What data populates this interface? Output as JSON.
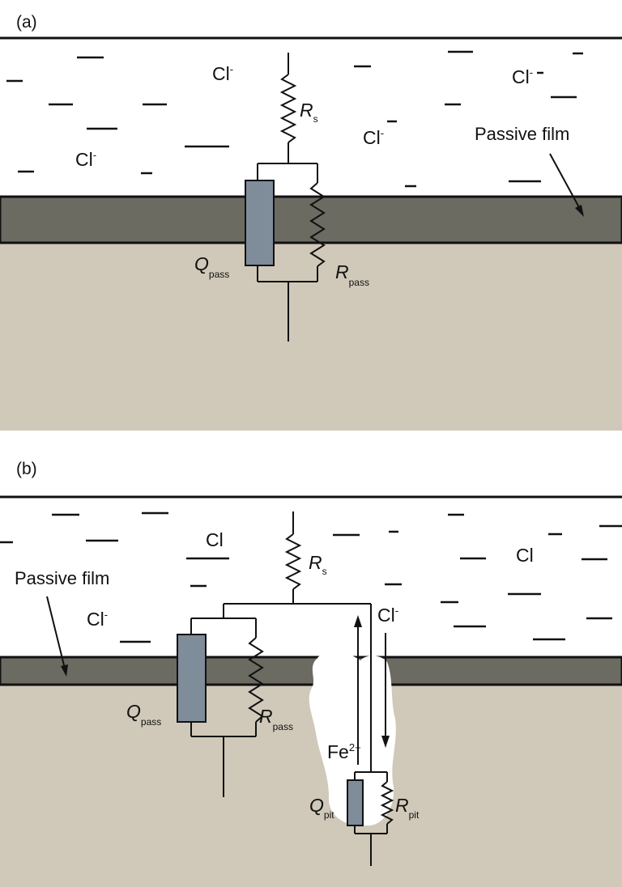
{
  "panel_a": {
    "label": "(a)",
    "ions": [
      {
        "base": "Cl",
        "sup": "-"
      },
      {
        "base": "Cl",
        "sup": "-"
      },
      {
        "base": "Cl",
        "sup": "-"
      },
      {
        "base": "Cl",
        "sup": "-"
      }
    ],
    "passive_film_label": "Passive film",
    "rs": {
      "symbol": "R",
      "sub": "s"
    },
    "qpass": {
      "symbol": "Q",
      "sub": "pass"
    },
    "rpass": {
      "symbol": "R",
      "sub": "pass"
    }
  },
  "panel_b": {
    "label": "(b)",
    "ions": [
      {
        "base": "Cl",
        "sup": ""
      },
      {
        "base": "Cl",
        "sup": ""
      },
      {
        "base": "Cl",
        "sup": "-"
      },
      {
        "base": "Cl",
        "sup": "-"
      }
    ],
    "fe_ion": {
      "base": "Fe",
      "sup": "2+"
    },
    "passive_film_label": "Passive film",
    "rs": {
      "symbol": "R",
      "sub": "s"
    },
    "qpass": {
      "symbol": "Q",
      "sub": "pass"
    },
    "rpass": {
      "symbol": "R",
      "sub": "pass"
    },
    "qpit": {
      "symbol": "Q",
      "sub": "pit"
    },
    "rpit": {
      "symbol": "R",
      "sub": "pit"
    }
  },
  "colors": {
    "solution": "#ffffff",
    "passive_film": "#6b6b62",
    "metal": "#d0c8b8",
    "capacitor": "#7f8c9a",
    "pit": "#ffffff"
  }
}
